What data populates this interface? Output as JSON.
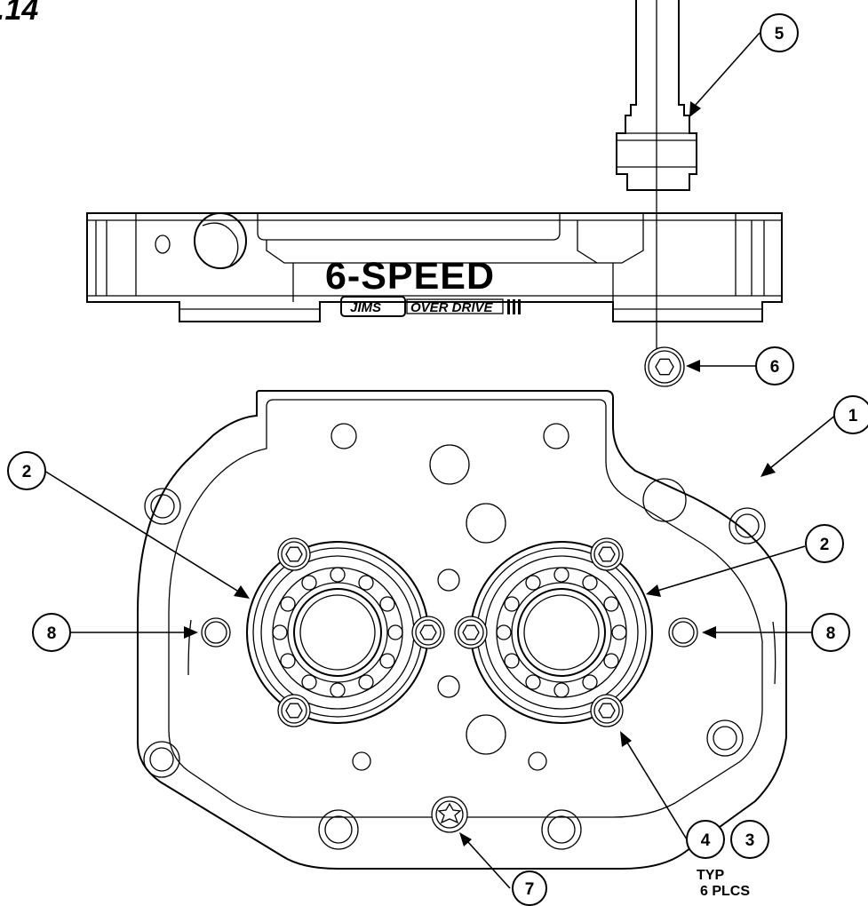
{
  "figure": {
    "number_fragment": ".14"
  },
  "housing": {
    "brand_text": "6-SPEED",
    "logo_text": "JIMS",
    "logo_sub": "OVER DRIVE"
  },
  "callouts": [
    {
      "id": "callout-1",
      "label": "1"
    },
    {
      "id": "callout-2-left",
      "label": "2"
    },
    {
      "id": "callout-2-right",
      "label": "2"
    },
    {
      "id": "callout-3",
      "label": "3"
    },
    {
      "id": "callout-4",
      "label": "4"
    },
    {
      "id": "callout-5",
      "label": "5"
    },
    {
      "id": "callout-6",
      "label": "6"
    },
    {
      "id": "callout-7",
      "label": "7"
    },
    {
      "id": "callout-8-left",
      "label": "8"
    },
    {
      "id": "callout-8-right",
      "label": "8"
    }
  ],
  "notes": {
    "typ": "TYP",
    "places": "6 PLCS"
  },
  "icons": [
    "hex-socket-bolt-icon",
    "torx-bolt-icon",
    "ball-bearing-icon",
    "dowel-pin-icon"
  ]
}
